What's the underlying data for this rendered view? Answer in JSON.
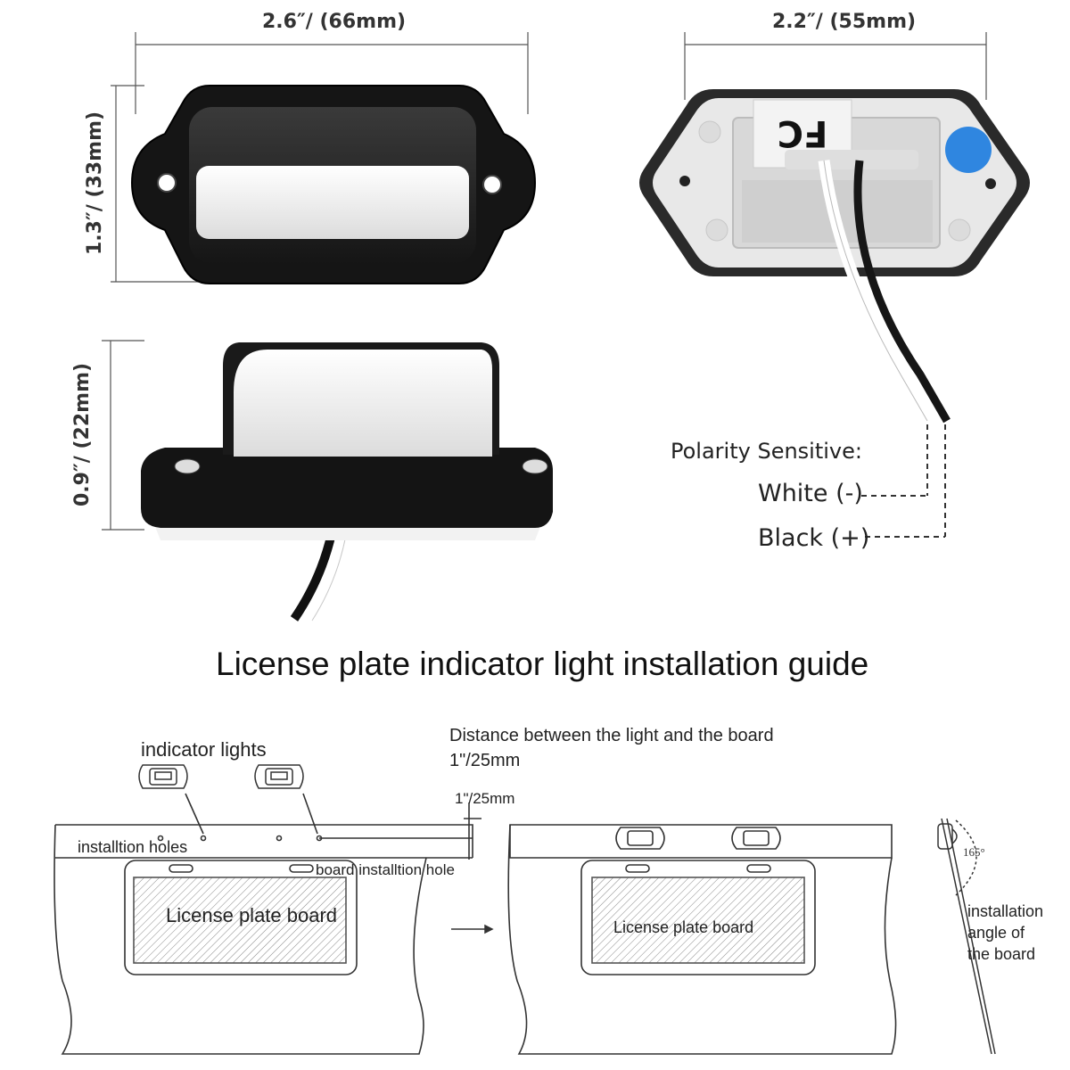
{
  "dimensions": {
    "width_front": "2.6″/ (66mm)",
    "width_back": "2.2″/ (55mm)",
    "height_front": "1.3″/ (33mm)",
    "height_side": "0.9″/ (22mm)"
  },
  "polarity": {
    "title": "Polarity Sensitive:",
    "white": "White (-)",
    "black": "Black (+)"
  },
  "guide": {
    "title": "License plate indicator light installation guide",
    "indicator_lights": "indicator lights",
    "distance_line1": "Distance between the light and the board",
    "distance_line2": "1\"/25mm",
    "gap_label": "1\"/25mm",
    "install_holes": "installtion holes",
    "board_hole": "board installtion hole",
    "plate_left": "License plate board",
    "plate_right": "License  plate board",
    "angle_value": "165°",
    "angle_line1": "installation",
    "angle_line2": "angle of",
    "angle_line3": "the board"
  },
  "colors": {
    "housing_black": "#1a1a1a",
    "lens_white": "#f4f4f4",
    "backing_gray": "#e6e6e6",
    "label_blue": "#2f86e0",
    "line": "#333333"
  }
}
